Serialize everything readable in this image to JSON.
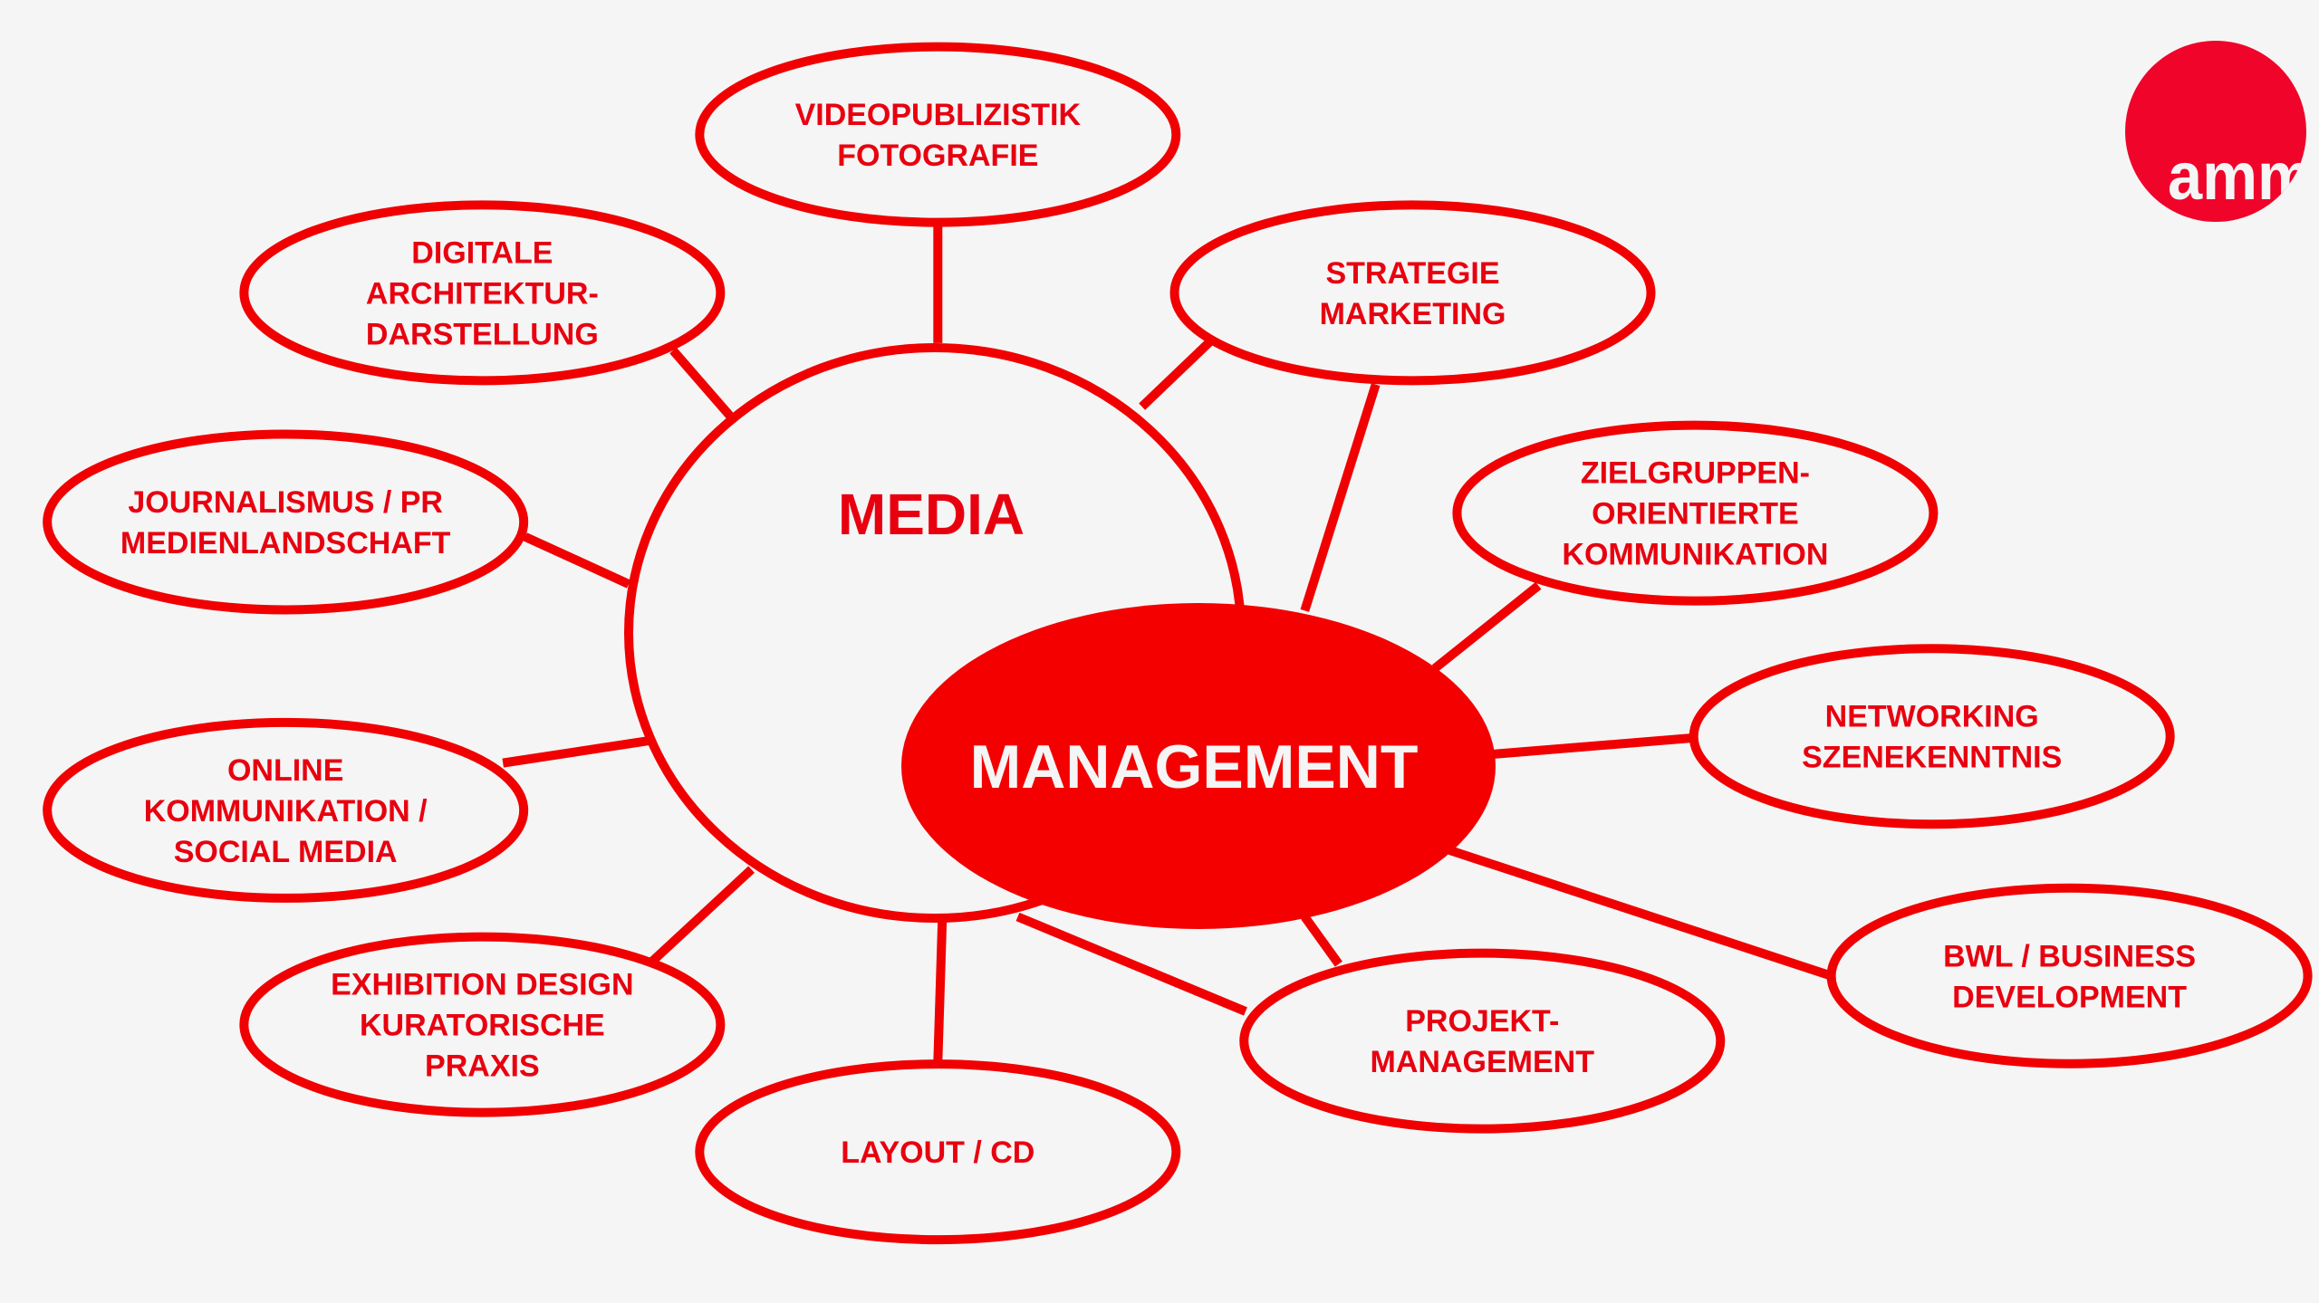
{
  "colors": {
    "accent": "#f00000",
    "background": "#f5f5f5",
    "logo": "#f0042a"
  },
  "center": {
    "media": "MEDIA",
    "management": "MANAGEMENT"
  },
  "logo": {
    "text": "amm"
  },
  "nodes": [
    {
      "id": "videopublizistik",
      "lines": [
        "VIDEOPUBLIZISTIK",
        "FOTOGRAFIE"
      ]
    },
    {
      "id": "digitale-architektur",
      "lines": [
        "DIGITALE",
        "ARCHITEKTUR-",
        "DARSTELLUNG"
      ]
    },
    {
      "id": "strategie",
      "lines": [
        "STRATEGIE",
        "MARKETING"
      ]
    },
    {
      "id": "journalismus",
      "lines": [
        "JOURNALISMUS / PR",
        "MEDIENLANDSCHAFT"
      ]
    },
    {
      "id": "zielgruppen",
      "lines": [
        "ZIELGRUPPEN-",
        "ORIENTIERTE",
        "KOMMUNIKATION"
      ]
    },
    {
      "id": "online",
      "lines": [
        "ONLINE",
        "KOMMUNIKATION /",
        "SOCIAL MEDIA"
      ]
    },
    {
      "id": "networking",
      "lines": [
        "NETWORKING",
        "SZENEKENNTNIS"
      ]
    },
    {
      "id": "exhibition",
      "lines": [
        "EXHIBITION DESIGN",
        "KURATORISCHE",
        "PRAXIS"
      ]
    },
    {
      "id": "bwl",
      "lines": [
        "BWL / BUSINESS",
        "DEVELOPMENT"
      ]
    },
    {
      "id": "projekt",
      "lines": [
        "PROJEKT-",
        "MANAGEMENT"
      ]
    },
    {
      "id": "layout",
      "lines": [
        "LAYOUT / CD"
      ]
    }
  ]
}
